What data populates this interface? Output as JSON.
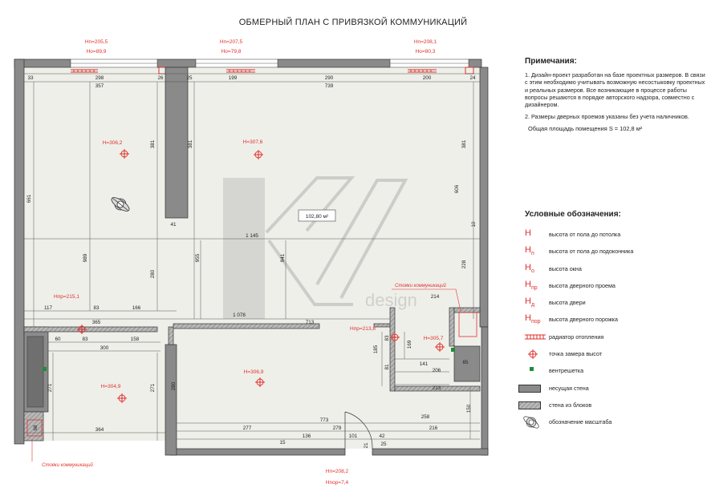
{
  "title": "ОБМЕРНЫЙ ПЛАН С ПРИВЯЗКОЙ КОММУНИКАЦИЙ",
  "notes": {
    "heading": "Примечания:",
    "items": [
      "1. Дизайн-проект разработан на базе проектных размеров. В связи с этим необходимо учитывать возможную несостыковку проектных и реальных размеров. Все возникающие в процессе работы вопросы решаются в порядке авторского надзора, совместно с дизайнером.",
      "2. Размеры дверных проемов указаны без учета наличников."
    ],
    "area_label": "Общая площадь помещения  S = 102,8 м²"
  },
  "legend": {
    "heading": "Условные обозначения:",
    "items": [
      {
        "symbol": "H",
        "sub": "",
        "text": "высота от пола до потолка"
      },
      {
        "symbol": "H",
        "sub": "п",
        "text": "высота от пола до подоконника"
      },
      {
        "symbol": "H",
        "sub": "о",
        "text": "высота окна"
      },
      {
        "symbol": "H",
        "sub": "пр",
        "text": "высота дверного проема"
      },
      {
        "symbol": "H",
        "sub": "д",
        "text": "высота двери"
      },
      {
        "symbol": "H",
        "sub": "пор",
        "text": "высота дверного порожка"
      },
      {
        "symbol": "radiator",
        "sub": "",
        "text": "радиатор отопления"
      },
      {
        "symbol": "point",
        "sub": "",
        "text": "точка замера высот"
      },
      {
        "symbol": "vent",
        "sub": "",
        "text": "вентрешетка"
      },
      {
        "symbol": "bearing-wall",
        "sub": "",
        "text": "несущая стена"
      },
      {
        "symbol": "block-wall",
        "sub": "",
        "text": "стена из блоков"
      },
      {
        "symbol": "scale",
        "sub": "",
        "text": "обозначение масштаба"
      }
    ]
  },
  "colors": {
    "red": "#e0312b",
    "wall_fill": "#8a8a8a",
    "floor": "#efefea",
    "vent": "#1e8c3a"
  },
  "plan": {
    "window_labels": {
      "w1_hp": "Hп=205,5",
      "w1_ho": "Hо=89,9",
      "w2_hp": "Hп=207,5",
      "w2_ho": "Hо=79,8",
      "w3_hp": "Hп=208,1",
      "w3_ho": "Hо=80,3"
    },
    "heights": {
      "h1": "H=306,2",
      "h2": "H=307,6",
      "h3": "H=304,9",
      "h4": "H=306,9",
      "h5": "H=305,7",
      "hpr1": "Hпр=215,1",
      "hpr2": "Hпр=213,8"
    },
    "door_bottom": {
      "hp": "Hп=208,2",
      "hpor": "Hпор=7,4"
    },
    "area_box": "102,80 м²",
    "risers": {
      "r1": "Стояки коммуникаций",
      "r2": "Стояки коммуникаций"
    },
    "watermark": "design",
    "dims": {
      "d33": "33",
      "d298": "298",
      "d26a": "26",
      "d25": "25",
      "d199": "199",
      "d290": "290",
      "d200": "200",
      "d24": "24",
      "d357": "357",
      "d739": "739",
      "d661": "661",
      "d381a": "381",
      "d381b": "381",
      "d381c": "381",
      "d606": "606",
      "d10": "10",
      "d41": "41",
      "d1145": "1 145",
      "d989": "989",
      "d280a": "280",
      "d955": "955",
      "d941": "941",
      "d228": "228",
      "d214": "214",
      "d117": "117",
      "d83a": "83",
      "d166": "166",
      "d1078": "1 078",
      "d365": "365",
      "d713": "713",
      "d60": "60",
      "d83b": "83",
      "d300": "300",
      "d158": "158",
      "d185": "185",
      "d83c": "83",
      "d81": "81",
      "d169": "169",
      "d141": "141",
      "d206": "206",
      "d65": "65",
      "d213": "213",
      "d271a": "271",
      "d271b": "271",
      "d280b": "280",
      "d773": "773",
      "d258": "258",
      "d150": "150",
      "d364": "364",
      "d68": "68",
      "d277": "277",
      "d279": "279",
      "d216": "216",
      "d15": "15",
      "d136": "136",
      "d101": "101",
      "d42": "42",
      "d21": "21",
      "d25b": "25"
    }
  }
}
